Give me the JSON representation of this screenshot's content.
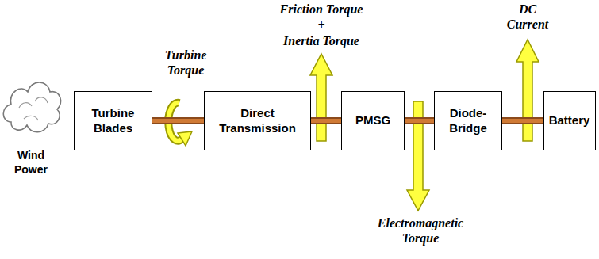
{
  "diagram": {
    "nodes": [
      {
        "text": [
          "Wind Power"
        ]
      },
      {
        "text": [
          "Turbine Blades"
        ]
      },
      {
        "text": [
          "Direct Transmission"
        ]
      },
      {
        "text": [
          "PMSG"
        ]
      },
      {
        "text": [
          "Diode-Bridge"
        ]
      },
      {
        "text": [
          "Battery"
        ]
      }
    ],
    "edges": [
      {
        "from": 1,
        "to": 2,
        "arrow": "none"
      },
      {
        "from": 2,
        "to": 3,
        "arrow": "none"
      },
      {
        "from": 3,
        "to": 4,
        "arrow": "none"
      },
      {
        "from": 4,
        "to": 5,
        "arrow": "none"
      }
    ],
    "labels": [
      "Turbine Torque",
      "Friction Torque",
      "+",
      "Inertia Torque",
      "Electromagnetic Torque",
      "DC Current"
    ]
  }
}
